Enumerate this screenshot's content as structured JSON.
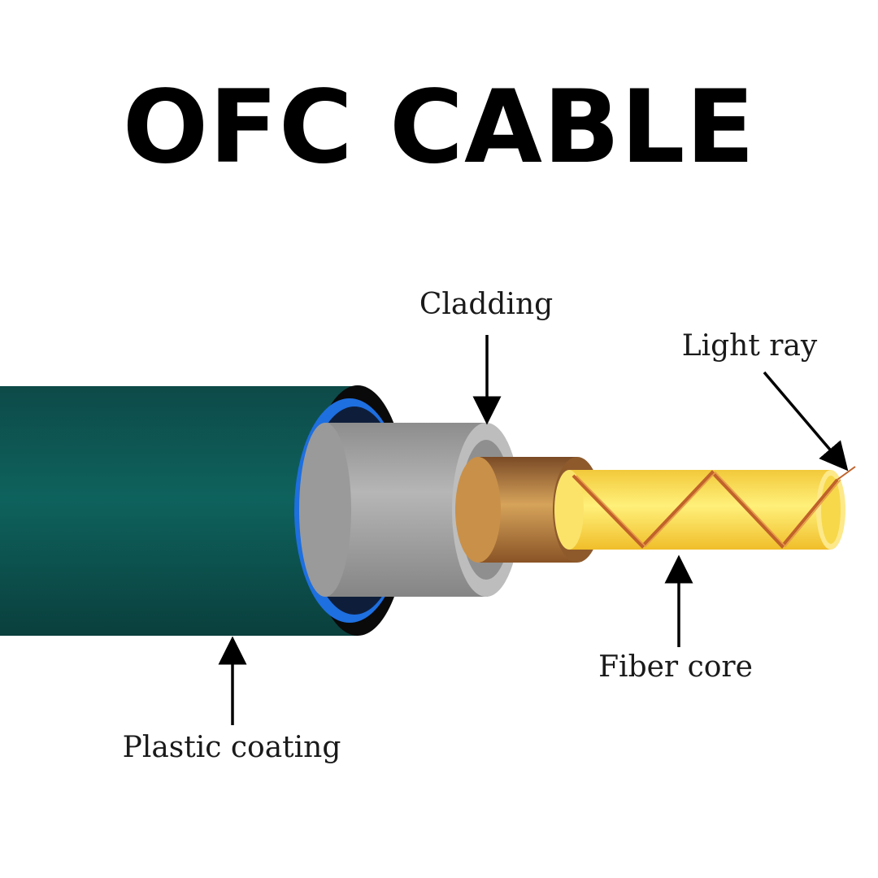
{
  "title": "OFC CABLE",
  "labels": {
    "cladding": "Cladding",
    "light_ray": "Light ray",
    "fiber_core": "Fiber core",
    "plastic_coating": "Plastic coating"
  },
  "colors": {
    "plastic_coating": "#0b5a57",
    "inner_ring": "#1e6fe0",
    "cladding": "#a9a9a9",
    "buffer": "#b5793a",
    "fiber_core": "#f7d84a",
    "light_ray": "#c0622a",
    "arrow": "#000000"
  }
}
